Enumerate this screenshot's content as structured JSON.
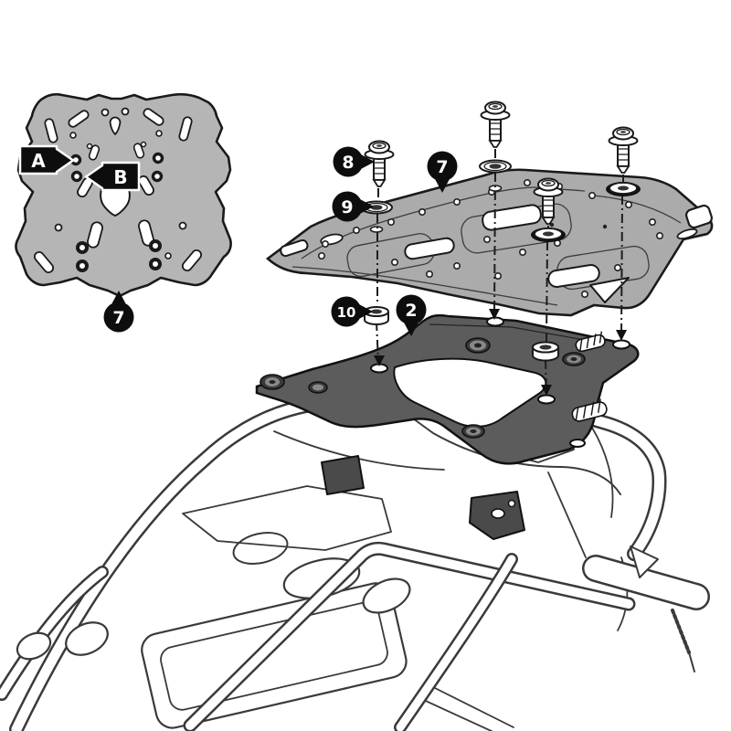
{
  "diagram": {
    "kind": "exploded-assembly-instruction",
    "labels": {
      "hole_a": "A",
      "hole_b": "B",
      "rack_plate_bottom_view": "7",
      "rack_plate_exploded": "7",
      "screw": "8",
      "washer": "9",
      "spacer": "10",
      "adapter_plate": "2"
    },
    "colors": {
      "background": "#ffffff",
      "outline": "#1d1d1d",
      "bike_line": "#3a3a3a",
      "plate_gray": "#b5b5b5",
      "rack_gray": "#ababab",
      "adapter_gray": "#5c5c5c",
      "callout_bg": "#0d0d0d",
      "callout_fg": "#ffffff"
    }
  }
}
